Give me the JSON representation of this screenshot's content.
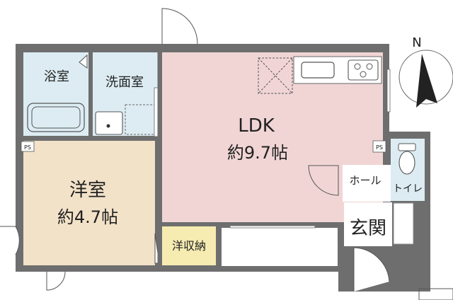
{
  "rooms": {
    "bath": {
      "label": "浴室"
    },
    "washroom": {
      "label": "洗面室"
    },
    "ldk": {
      "label": "LDK",
      "size": "約9.7帖"
    },
    "western": {
      "label": "洋室",
      "size": "約4.7帖"
    },
    "closet": {
      "label": "洋収納"
    },
    "hall": {
      "label": "ホール"
    },
    "toilet": {
      "label": "トイレ"
    },
    "entrance": {
      "label": "玄関"
    }
  },
  "ps_labels": [
    "PS",
    "PS"
  ],
  "compass": {
    "north": "N"
  },
  "colors": {
    "wall": "#6e6e6e",
    "ldk_floor": "#f1d5d5",
    "western_floor": "#f2e2c8",
    "wet_floor": "#dcecf2",
    "closet_floor": "#f6ecb2",
    "hall_floor": "#ffffff"
  }
}
